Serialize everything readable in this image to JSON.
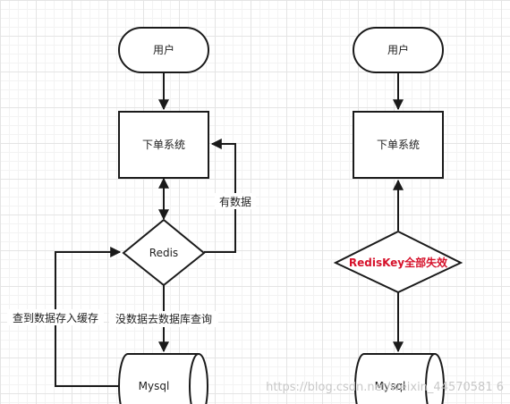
{
  "left_flow": {
    "user": "用户",
    "order_system": "下单系统",
    "redis": "Redis",
    "mysql": "Mysql",
    "edge_has_data": "有数据",
    "edge_no_data": "没数据去数据库查询",
    "edge_store_cache": "查到数据存入缓存"
  },
  "right_flow": {
    "user": "用户",
    "order_system": "下单系统",
    "redis_fail": "RedisKey全部失效",
    "mysql": "Mysql"
  },
  "watermark": "https://blog.csdn.net/weixin_44570581 6",
  "colors": {
    "alert": "#d6122b",
    "stroke": "#1a1a1a"
  }
}
